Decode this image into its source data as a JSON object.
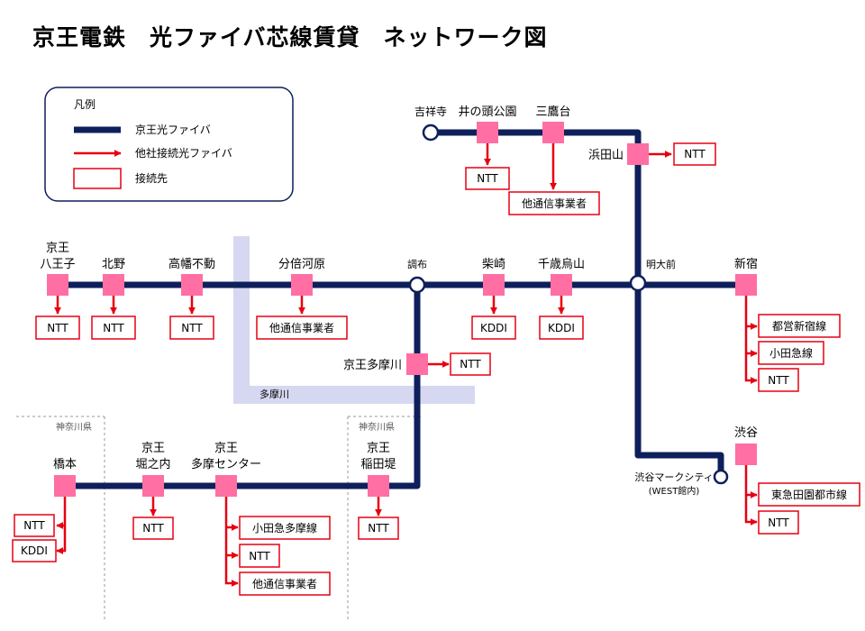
{
  "title": "京王電鉄　光ファイバ芯線賃貸　ネットワーク図",
  "legend": {
    "heading": "凡例",
    "keio_fiber": "京王光ファイバ",
    "other_fiber": "他社接続光ファイバ",
    "connection": "接続先"
  },
  "region_labels": {
    "tama_river": "多摩川",
    "kanagawa_left": "神奈川県",
    "kanagawa_right": "神奈川県"
  },
  "stations": {
    "kichijoji": "吉祥寺",
    "inokashira": "井の頭公園",
    "mitakadai": "三鷹台",
    "hamadayama": "浜田山",
    "meidaimae": "明大前",
    "shinjuku": "新宿",
    "hachioji_1": "京王",
    "hachioji_2": "八王子",
    "kitano": "北野",
    "takahatafudo": "高幡不動",
    "bubaigawara": "分倍河原",
    "chofu": "調布",
    "shibasaki": "柴崎",
    "chitosekarasuyama": "千歳烏山",
    "keiotamagawa": "京王多摩川",
    "shibuya": "渋谷",
    "shibuya_mark_1": "渋谷マークシティ",
    "shibuya_mark_2": "(WEST館内)",
    "hashimoto": "橋本",
    "horinouchi_1": "京王",
    "horinouchi_2": "堀之内",
    "tamacenter_1": "京王",
    "tamacenter_2": "多摩センター",
    "inadazutsumi_1": "京王",
    "inadazutsumi_2": "稲田堤"
  },
  "connections": {
    "inokashira": "NTT",
    "mitakadai": "他通信事業者",
    "hamadayama": "NTT",
    "hachioji": "NTT",
    "kitano": "NTT",
    "takahatafudo": "NTT",
    "bubaigawara": "他通信事業者",
    "shibasaki": "KDDI",
    "chitosekarasuyama": "KDDI",
    "keiotamagawa": "NTT",
    "shinjuku": [
      "都営新宿線",
      "小田急線",
      "NTT"
    ],
    "shibuya": [
      "東急田園都市線",
      "NTT"
    ],
    "hashimoto": [
      "NTT",
      "KDDI"
    ],
    "horinouchi": "NTT",
    "tamacenter": [
      "小田急多摩線",
      "NTT",
      "他通信事業者"
    ],
    "inadazutsumi": "NTT"
  },
  "colors": {
    "keio_line": "#0e1f5b",
    "other_fiber": "#e60012",
    "station_fill": "#ff6fa3",
    "connection_border": "#e60012",
    "river": "#d6d8f2"
  }
}
